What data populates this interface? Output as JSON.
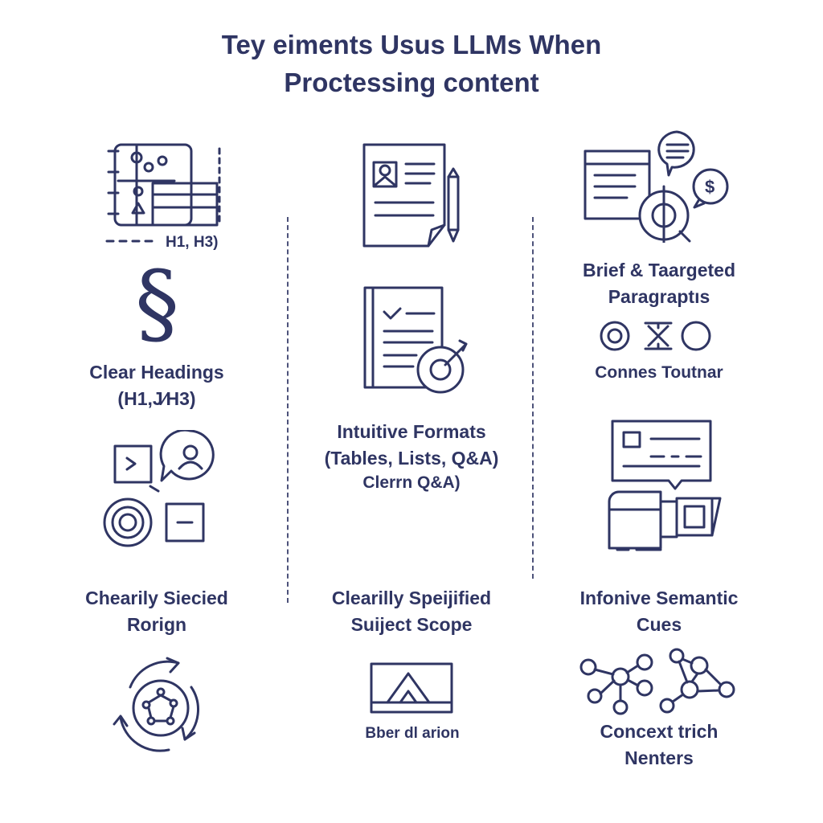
{
  "title": {
    "line1": "Tey eiments Usus LLMs When",
    "line2": "Proctessing content"
  },
  "columns": {
    "left": {
      "header_tag": "H1, H3)",
      "heading": {
        "line1": "Clear Headings",
        "line2": "(H1,J⁄H3)"
      },
      "section2": {
        "line1": "Chearily Siecied",
        "line2": "Rorign"
      }
    },
    "middle": {
      "heading": {
        "line1": "Intuitive Formats",
        "line2": "(Tables, Lists, Q&A)",
        "line3": "Clerrn Q&A)"
      },
      "section2": {
        "line1": "Clearilly Speĳified",
        "line2": "Suiject Scope"
      },
      "bottom_label": "Bber dl arion"
    },
    "right": {
      "heading": {
        "line1": "Brief & Taargeted",
        "line2": "Paragraptıs"
      },
      "subtag": "Connes Toutnar",
      "section2": {
        "line1": "Infonive Semantic",
        "line2": "Cues"
      },
      "section3": {
        "line1": "Concext trich",
        "line2": "Nenters"
      }
    }
  },
  "colors": {
    "ink": "#2f3563",
    "background": "#ffffff"
  },
  "icons": [
    "document-outline-icon",
    "section-sign-icon",
    "chat-person-icon",
    "target-circle-icon",
    "refresh-network-icon",
    "resume-pencil-icon",
    "checklist-target-icon",
    "image-frame-icon",
    "window-chat-dollar-icon",
    "circles-row-icon",
    "message-card-icon",
    "card-device-icon",
    "network-nodes-icon"
  ]
}
